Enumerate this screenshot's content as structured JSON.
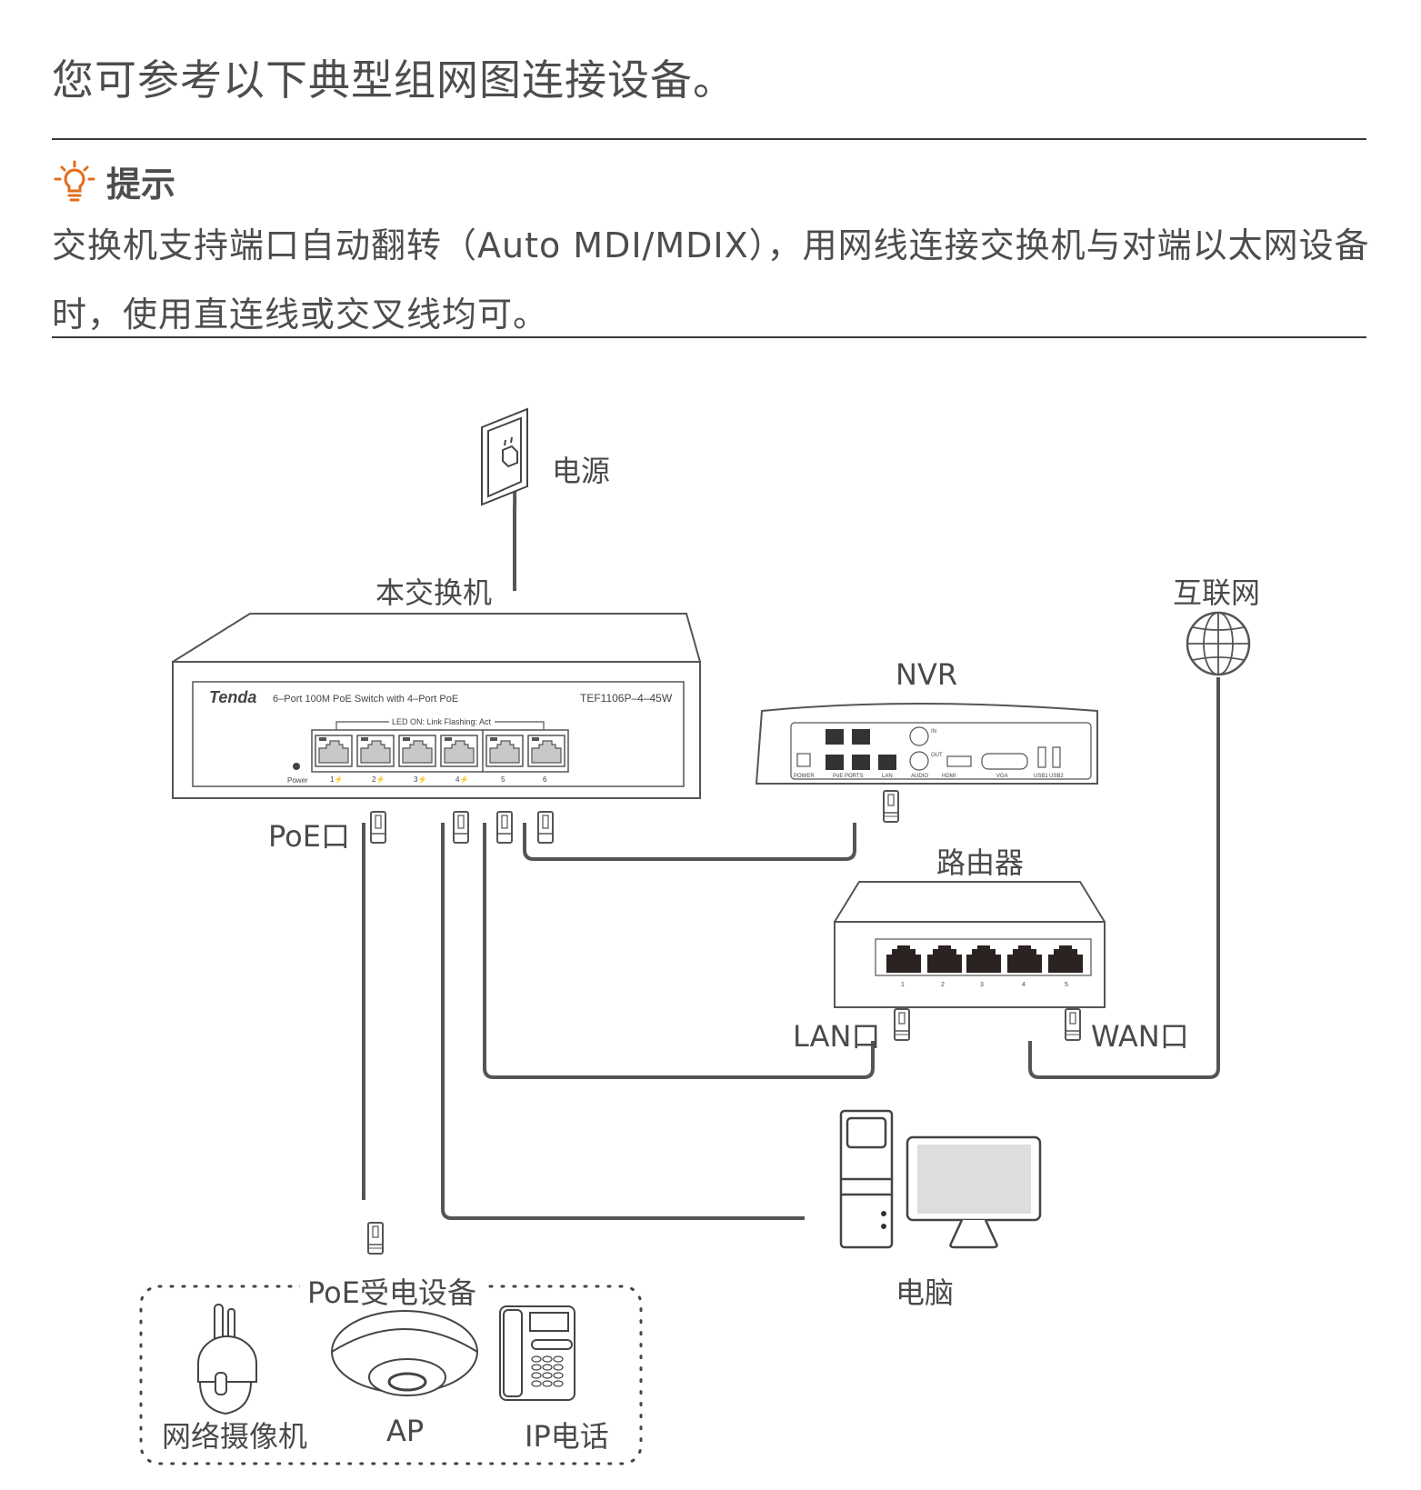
{
  "intro": "您可参考以下典型组网图连接设备。",
  "tip": {
    "icon": "lightbulb-icon",
    "icon_color": "#e36c1b",
    "title": "提示",
    "body": "交换机支持端口自动翻转（Auto MDI/MDIX），用网线连接交换机与对端以太网设备时，使用直连线或交叉线均可。"
  },
  "diagram": {
    "power_label": "电源",
    "switch_label": "本交换机",
    "internet_label": "互联网",
    "nvr_label": "NVR",
    "router_label": "路由器",
    "poe_port_label": "PoE口",
    "lan_port_label": "LAN口",
    "wan_port_label": "WAN口",
    "pc_label": "电脑",
    "pd_group_label": "PoE受电设备",
    "pd_devices": [
      "网络摄像机",
      "AP",
      "IP电话"
    ],
    "switch_panel": {
      "brand": "Tenda",
      "description": "6–Port 100M PoE Switch with 4–Port PoE",
      "model": "TEF1106P–4–45W",
      "led_legend": "LED ON: Link  Flashing: Act",
      "power_led_label": "Power",
      "port_labels": [
        "1⚡",
        "2⚡",
        "3⚡",
        "4⚡",
        "5",
        "6"
      ]
    },
    "nvr_panel": {
      "labels": [
        "POWER",
        "PoE PORTS",
        "LAN",
        "AUDIO",
        "HDMI",
        "VGA",
        "USB1",
        "USB2"
      ],
      "audio_in": "IN",
      "audio_out": "OUT"
    },
    "router_panel": {
      "port_labels": [
        "1",
        "2",
        "3",
        "4",
        "5"
      ]
    }
  }
}
